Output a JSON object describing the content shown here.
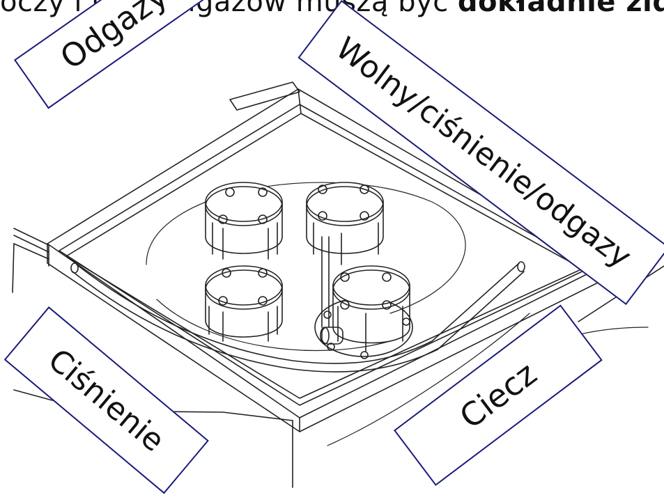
{
  "header": {
    "text_regular": "oczy i linia odgazów muszą być ",
    "text_bold": "dokładnie zidentyfikowane"
  },
  "labels": {
    "odgazy": "Odgazy",
    "wolny": "Wolny/ciśnienie/odgazy",
    "cisnienie": "Ciśnienie",
    "ciecz": "Ciecz"
  },
  "colors": {
    "box_border": "#1a1a7a",
    "line": "#222222"
  }
}
